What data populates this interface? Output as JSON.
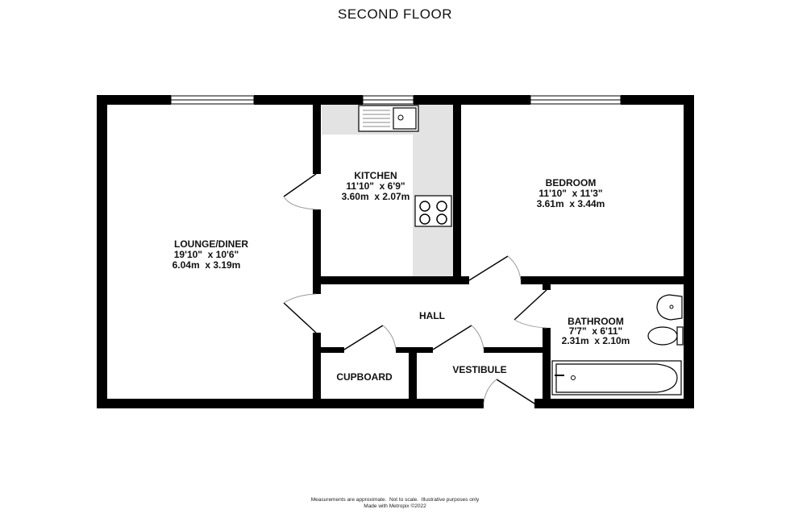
{
  "title": "SECOND FLOOR",
  "rooms": {
    "lounge": {
      "name": "LOUNGE/DINER",
      "imperial": "19'10\"  x 10'6\"",
      "metric": "6.04m  x 3.19m"
    },
    "kitchen": {
      "name": "KITCHEN",
      "imperial": "11'10\"  x 6'9\"",
      "metric": "3.60m  x 2.07m"
    },
    "bedroom": {
      "name": "BEDROOM",
      "imperial": "11'10\"  x 11'3\"",
      "metric": "3.61m  x 3.44m"
    },
    "hall": {
      "name": "HALL"
    },
    "bathroom": {
      "name": "BATHROOM",
      "imperial": "7'7\"  x 6'11\"",
      "metric": "2.31m  x 2.10m"
    },
    "cupboard": {
      "name": "CUPBOARD"
    },
    "vestibule": {
      "name": "VESTIBULE"
    }
  },
  "footer": {
    "disclaimer": "Measurements are approximate.  Not to scale.  Illustrative purposes only",
    "credit": "Made with Metropix ©2022"
  },
  "colors": {
    "wall": "#000000",
    "worktop": "#e3e3e3"
  }
}
